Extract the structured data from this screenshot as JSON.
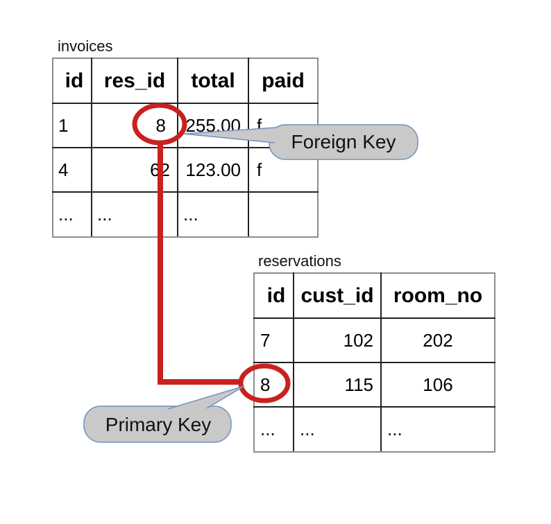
{
  "invoices_table": {
    "title": "invoices",
    "headers": [
      "id",
      "res_id",
      "total",
      "paid"
    ],
    "rows": [
      [
        "1",
        "8",
        "255.00",
        "f"
      ],
      [
        "4",
        "62",
        "123.00",
        "f"
      ],
      [
        "...",
        "...",
        "...",
        ""
      ]
    ]
  },
  "reservations_table": {
    "title": "reservations",
    "headers": [
      "id",
      "cust_id",
      "room_no"
    ],
    "rows": [
      [
        "7",
        "102",
        "202"
      ],
      [
        "8",
        "115",
        "106"
      ],
      [
        "...",
        "...",
        "..."
      ]
    ]
  },
  "annotations": {
    "foreign_key_label": "Foreign Key",
    "primary_key_label": "Primary Key",
    "highlighted_foreign_key_value": "8",
    "highlighted_primary_key_value": "8"
  },
  "colors": {
    "highlight_red": "#c9211e",
    "callout_fill": "#c9c9c9",
    "callout_border": "#7090c0",
    "table_border": "#222222"
  }
}
